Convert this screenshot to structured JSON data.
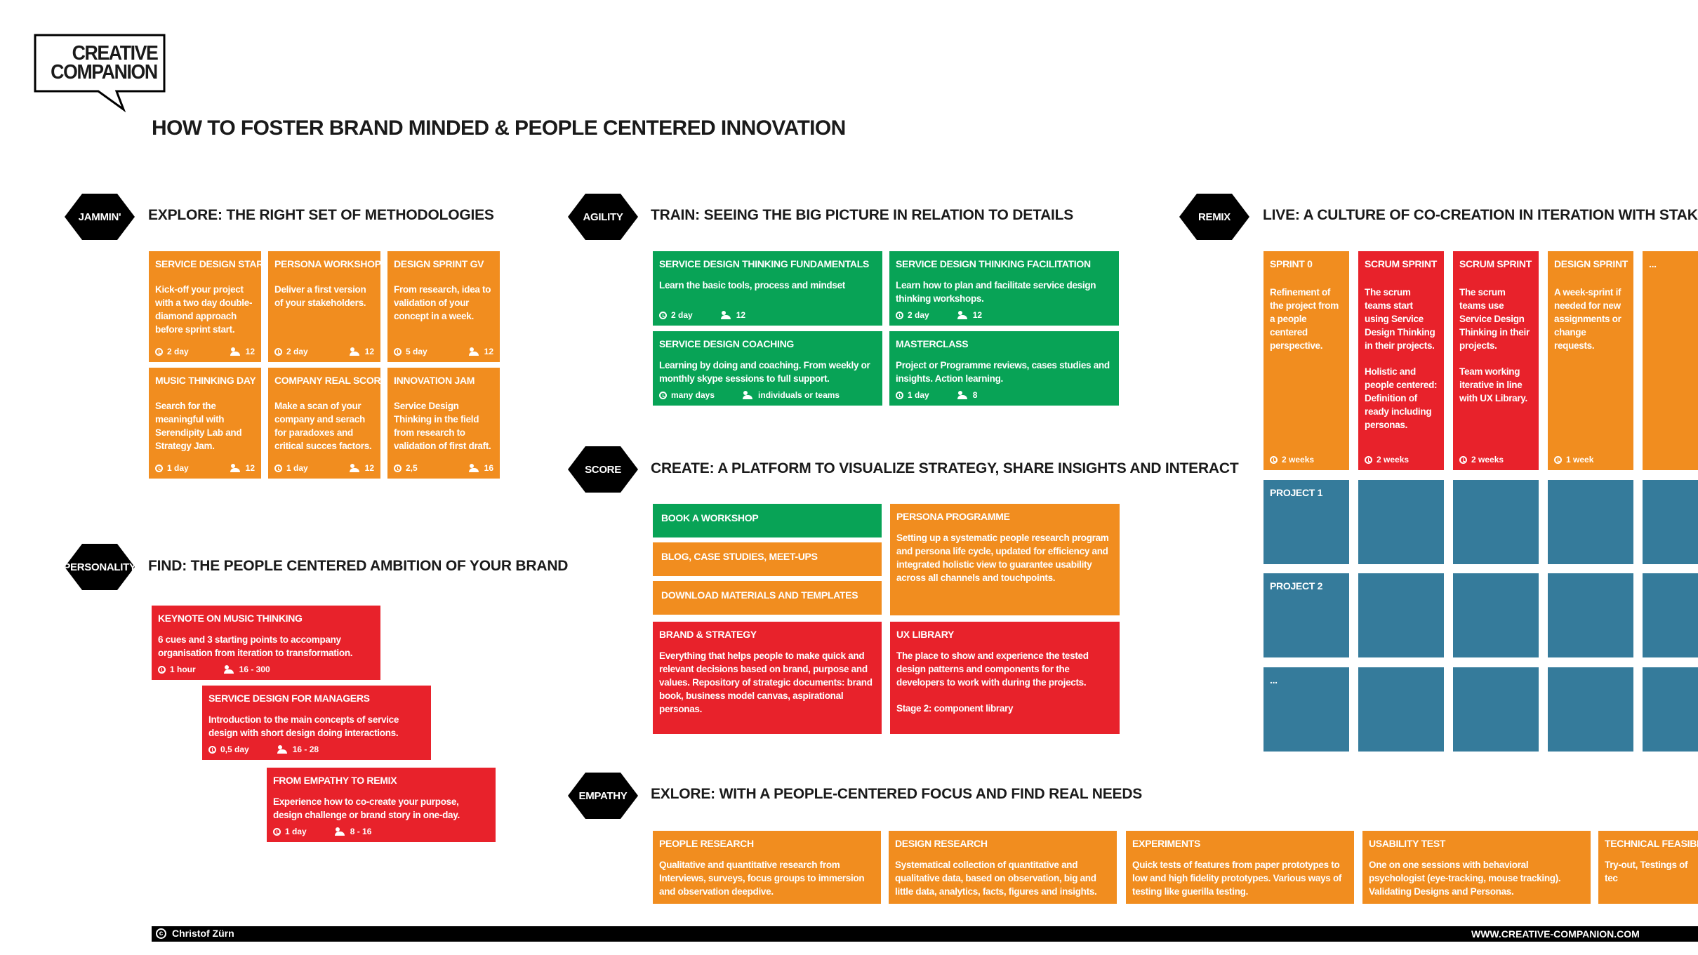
{
  "logo": {
    "line1": "CREATIVE",
    "line2": "COMPANION"
  },
  "title": "HOW TO FOSTER BRAND MINDED & PEOPLE CENTERED INNOVATION",
  "sections": {
    "jammin": {
      "badge": "JAMMIN'",
      "heading": "EXPLORE: THE RIGHT SET OF METHODOLOGIES"
    },
    "personality": {
      "badge": "PERSONALITY",
      "heading": "FIND: THE PEOPLE CENTERED AMBITION OF YOUR BRAND"
    },
    "agility": {
      "badge": "AGILITY",
      "heading": "TRAIN: SEEING THE BIG PICTURE IN RELATION TO DETAILS"
    },
    "score": {
      "badge": "SCORE",
      "heading": "CREATE: A PLATFORM TO VISUALIZE STRATEGY, SHARE INSIGHTS AND INTERACT"
    },
    "empathy": {
      "badge": "EMPATHY",
      "heading": "EXLORE: WITH A PEOPLE-CENTERED FOCUS AND FIND REAL NEEDS"
    },
    "remix": {
      "badge": "REMIX",
      "heading": "LIVE: A CULTURE OF CO-CREATION IN ITERATION WITH STAKEHOLDERS"
    }
  },
  "jammin_cards": [
    {
      "title": "SERVICE DESIGN START",
      "desc": "Kick-off your project with a two day double-diamond approach before sprint start.",
      "duration": "2 day",
      "people": "12"
    },
    {
      "title": "PERSONA WORKSHOP",
      "desc": "Deliver a first version of your stakeholders.",
      "duration": "2 day",
      "people": "12"
    },
    {
      "title": "DESIGN SPRINT GV",
      "desc": "From research, idea to validation of your concept in a week.",
      "duration": "5 day",
      "people": "12"
    },
    {
      "title": "MUSIC THINKING DAY",
      "desc": "Search for the meaningful with Serendipity Lab and Strategy Jam.",
      "duration": "1 day",
      "people": "12"
    },
    {
      "title": "COMPANY REAL SCORE",
      "desc": "Make a scan of your company and serach for paradoxes and critical succes factors.",
      "duration": "1 day",
      "people": "12"
    },
    {
      "title": "INNOVATION JAM",
      "desc": "Service Design Thinking in the field from research to validation of first draft.",
      "duration": "2,5",
      "people": "16"
    }
  ],
  "personality_cards": [
    {
      "title": "KEYNOTE ON MUSIC THINKING",
      "desc": "6 cues and 3 starting points to accompany organisation from iteration to transformation.",
      "duration": "1 hour",
      "people": "16 - 300"
    },
    {
      "title": "SERVICE DESIGN FOR MANAGERS",
      "desc": "Introduction to the main concepts of service design with short design doing interactions.",
      "duration": "0,5 day",
      "people": "16 - 28"
    },
    {
      "title": "FROM EMPATHY TO REMIX",
      "desc": "Experience how to co-create your purpose, design challenge or brand story in one-day.",
      "duration": "1 day",
      "people": "8 - 16"
    }
  ],
  "agility_cards": [
    {
      "title": "SERVICE DESIGN THINKING FUNDAMENTALS",
      "desc": "Learn the basic tools, process and mindset",
      "duration": "2 day",
      "people": "12"
    },
    {
      "title": "SERVICE DESIGN THINKING FACILITATION",
      "desc": "Learn how to plan and facilitate service design thinking workshops.",
      "duration": "2 day",
      "people": "12"
    },
    {
      "title": "SERVICE DESIGN COACHING",
      "desc": "Learning by doing and coaching. From weekly or monthly skype sessions to full support.",
      "duration": "many days",
      "people": "individuals or teams"
    },
    {
      "title": "MASTERCLASS",
      "desc": "Project or Programme reviews, cases studies and insights. Action learning.",
      "duration": "1 day",
      "people": "8"
    }
  ],
  "score": {
    "book": "BOOK A WORKSHOP",
    "blog": "BLOG, CASE STUDIES, MEET-UPS",
    "download": "DOWNLOAD MATERIALS AND TEMPLATES",
    "persona": {
      "title": "PERSONA PROGRAMME",
      "desc": "Setting up a systematic people research program and persona life cycle, updated for efficiency and integrated holistic view to guarantee usability across all channels and touchpoints."
    },
    "brand": {
      "title": "BRAND & STRATEGY",
      "desc": "Everything that helps people to make quick and relevant decisions based on brand, purpose and values. Repository of strategic documents: brand book, business model canvas, aspirational personas."
    },
    "ux": {
      "title": "UX LIBRARY",
      "desc": "The place to show and experience the tested design patterns and components for the developers to work with during the projects.",
      "desc2": "Stage 2: component library"
    }
  },
  "empathy_cards": [
    {
      "title": "PEOPLE RESEARCH",
      "desc": "Qualitative and quantitative research from Interviews, surveys, focus groups to immersion and observation deepdive."
    },
    {
      "title": "DESIGN RESEARCH",
      "desc": "Systematical collection of quantitative and qualitative data, based on observation, big and little data, analytics, facts, figures and insights."
    },
    {
      "title": "EXPERIMENTS",
      "desc": "Quick tests of features from paper prototypes to low and high fidelity prototypes. Various ways of testing like guerilla testing."
    },
    {
      "title": "USABILITY TEST",
      "desc": "One on one sessions with behavioral psychologist  (eye-tracking, mouse tracking). Validating Designs and Personas."
    },
    {
      "title": "TECHNICAL FEASIBILITY",
      "desc": "Try-out, Testings of tec"
    }
  ],
  "remix_sprints": [
    {
      "title": "SPRINT 0",
      "desc": "Refinement of the project from a people centered perspective.",
      "desc2": "",
      "duration": "2 weeks"
    },
    {
      "title": "SCRUM SPRINT",
      "desc": "The scrum teams start using Service Design Thinking in their projects.",
      "desc2": "Holistic and people centered: Definition of ready including personas.",
      "duration": "2 weeks"
    },
    {
      "title": "SCRUM SPRINT",
      "desc": "The scrum teams use Service Design Thinking in their projects.",
      "desc2": "Team working iterative  in line with UX Library.",
      "duration": "2 weeks"
    },
    {
      "title": "DESIGN SPRINT",
      "desc": "A week-sprint if needed for new assignments or change requests.",
      "desc2": "",
      "duration": "1 week"
    },
    {
      "title": "...",
      "desc": "",
      "desc2": "",
      "duration": ""
    }
  ],
  "remix_projects": [
    "PROJECT 1",
    "PROJECT 2",
    "..."
  ],
  "footer": {
    "author": "Christof Zürn",
    "url": "WWW.CREATIVE-COMPANION.COM"
  }
}
